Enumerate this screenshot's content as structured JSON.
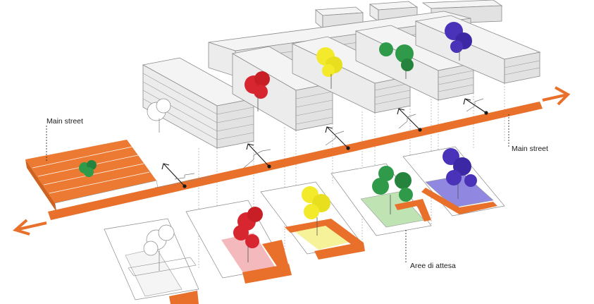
{
  "labels": {
    "main_street_left": "Main street",
    "main_street_right": "Main street",
    "waiting_areas": "Aree di attesa"
  },
  "colors": {
    "street": "#e8702a",
    "plaza": "#ec7a33",
    "tree_white": "#ffffff",
    "tree_red": "#d7262f",
    "tree_yellow": "#f2ea2a",
    "tree_green": "#2f9a4a",
    "tree_blue": "#4a33b8",
    "courtyard_white": "#ffffff",
    "courtyard_pink": "#f3b9bd",
    "courtyard_yellow": "#f6f29a",
    "courtyard_green": "#bfe3b3",
    "courtyard_blue": "#8f87e0",
    "building": "#ececec"
  },
  "icons": [
    "left-arrow-icon",
    "right-arrow-icon"
  ]
}
